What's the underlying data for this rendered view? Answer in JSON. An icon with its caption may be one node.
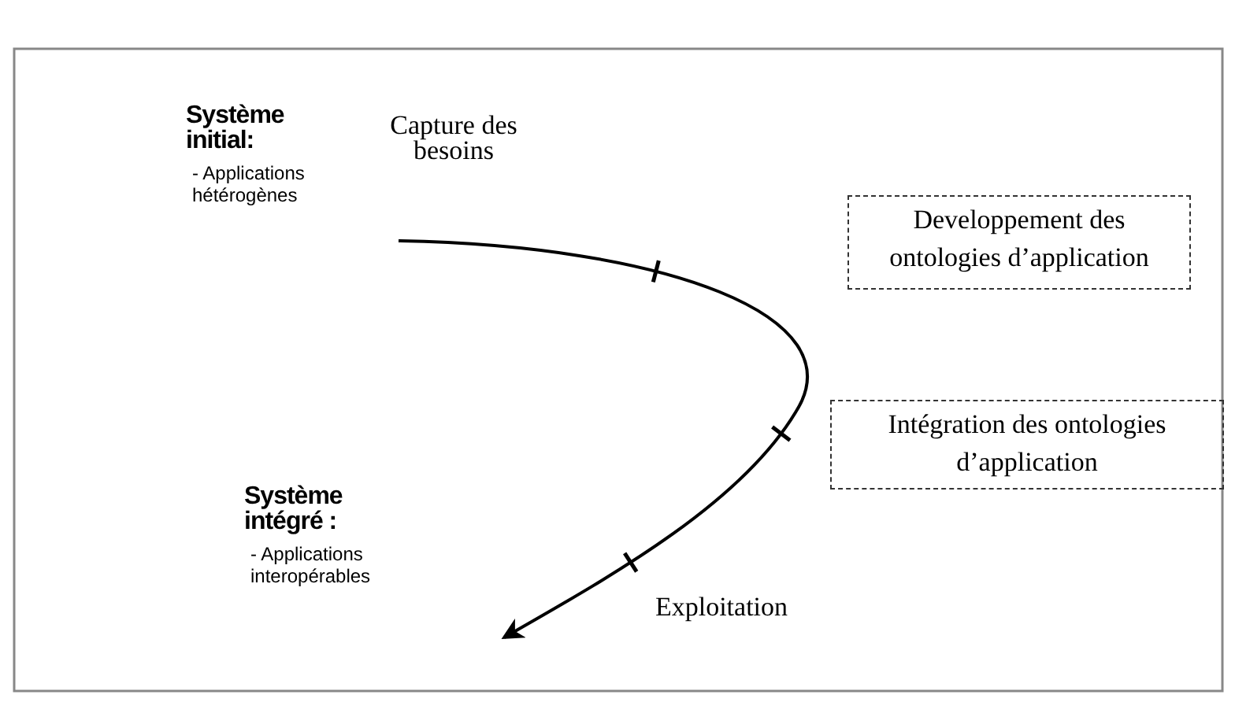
{
  "diagram": {
    "nodes": [
      {
        "text": [
          "Système initial:",
          "- Applications hétérogènes"
        ]
      },
      {
        "text": [
          "Developpement des ontologies d’application"
        ]
      },
      {
        "text": [
          "Intégration des ontologies d’application"
        ]
      },
      {
        "text": [
          "Système intégré :",
          "- Applications interopérables"
        ]
      }
    ],
    "edges": [
      {
        "from": 0,
        "to": 3,
        "arrow": "to"
      }
    ],
    "labels": [
      "Capture des besoins",
      "Exploitation"
    ]
  }
}
